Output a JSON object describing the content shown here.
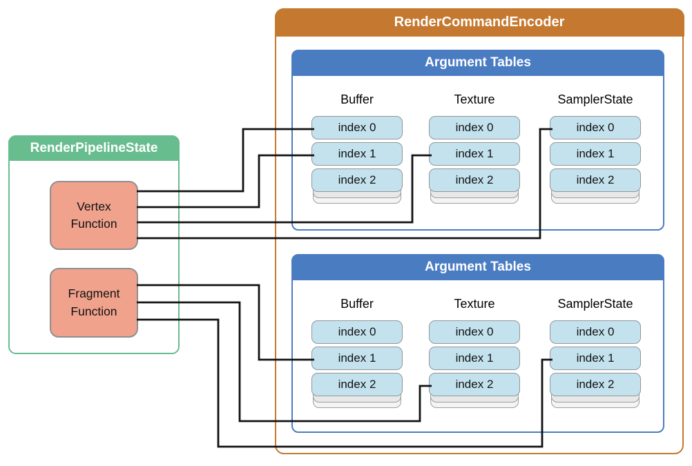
{
  "pipeline": {
    "title": "RenderPipelineState",
    "functions": [
      {
        "label": "Vertex\nFunction"
      },
      {
        "label": "Fragment\nFunction"
      }
    ]
  },
  "encoder": {
    "title": "RenderCommandEncoder",
    "tables": [
      {
        "title": "Argument Tables",
        "columns": [
          {
            "label": "Buffer",
            "cells": [
              "index 0",
              "index 1",
              "index 2"
            ]
          },
          {
            "label": "Texture",
            "cells": [
              "index 0",
              "index 1",
              "index 2"
            ]
          },
          {
            "label": "SamplerState",
            "cells": [
              "index 0",
              "index 1",
              "index 2"
            ]
          }
        ]
      },
      {
        "title": "Argument Tables",
        "columns": [
          {
            "label": "Buffer",
            "cells": [
              "index 0",
              "index 1",
              "index 2"
            ]
          },
          {
            "label": "Texture",
            "cells": [
              "index 0",
              "index 1",
              "index 2"
            ]
          },
          {
            "label": "SamplerState",
            "cells": [
              "index 0",
              "index 1",
              "index 2"
            ]
          }
        ]
      }
    ]
  },
  "connections": [
    {
      "from": "Vertex Function",
      "to_table": 1,
      "column": "Buffer",
      "slot": "index 0"
    },
    {
      "from": "Vertex Function",
      "to_table": 1,
      "column": "Buffer",
      "slot": "index 1"
    },
    {
      "from": "Vertex Function",
      "to_table": 1,
      "column": "Texture",
      "slot": "index 1"
    },
    {
      "from": "Vertex Function",
      "to_table": 1,
      "column": "SamplerState",
      "slot": "index 0"
    },
    {
      "from": "Fragment Function",
      "to_table": 2,
      "column": "Buffer",
      "slot": "index 1"
    },
    {
      "from": "Fragment Function",
      "to_table": 2,
      "column": "Texture",
      "slot": "index 2"
    },
    {
      "from": "Fragment Function",
      "to_table": 2,
      "column": "SamplerState",
      "slot": "index 1"
    }
  ],
  "colors": {
    "encoder_orange": "#C5782F",
    "table_blue": "#4A7CC2",
    "pipeline_green": "#68BD8F",
    "function_salmon": "#F0A28D",
    "slot_light_blue": "#C4E2EE",
    "wire_black": "#111111"
  }
}
